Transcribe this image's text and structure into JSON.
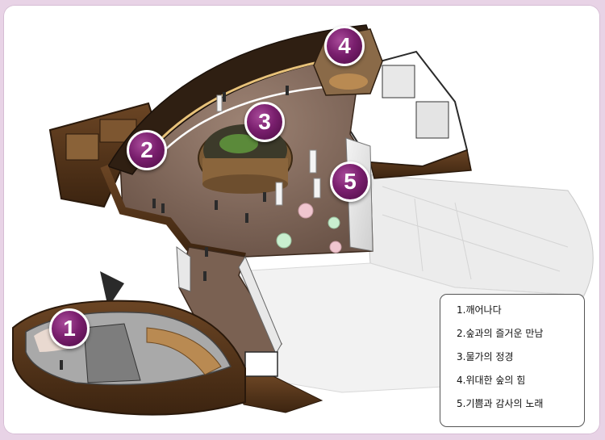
{
  "markers": [
    {
      "number": "1"
    },
    {
      "number": "2"
    },
    {
      "number": "3"
    },
    {
      "number": "4"
    },
    {
      "number": "5"
    }
  ],
  "legend": {
    "items": [
      {
        "label": "1.깨어나다"
      },
      {
        "label": "2.숲과의 즐거운 만남"
      },
      {
        "label": "3.물가의 정경"
      },
      {
        "label": "4.위대한 숲의 힘"
      },
      {
        "label": "5.기쁨과 감사의 노래"
      }
    ]
  },
  "colors": {
    "background": "#e8d3e6",
    "marker": "#7a1f6e",
    "wood_wall": "#5a3a1e",
    "floor": "#8a7060"
  }
}
